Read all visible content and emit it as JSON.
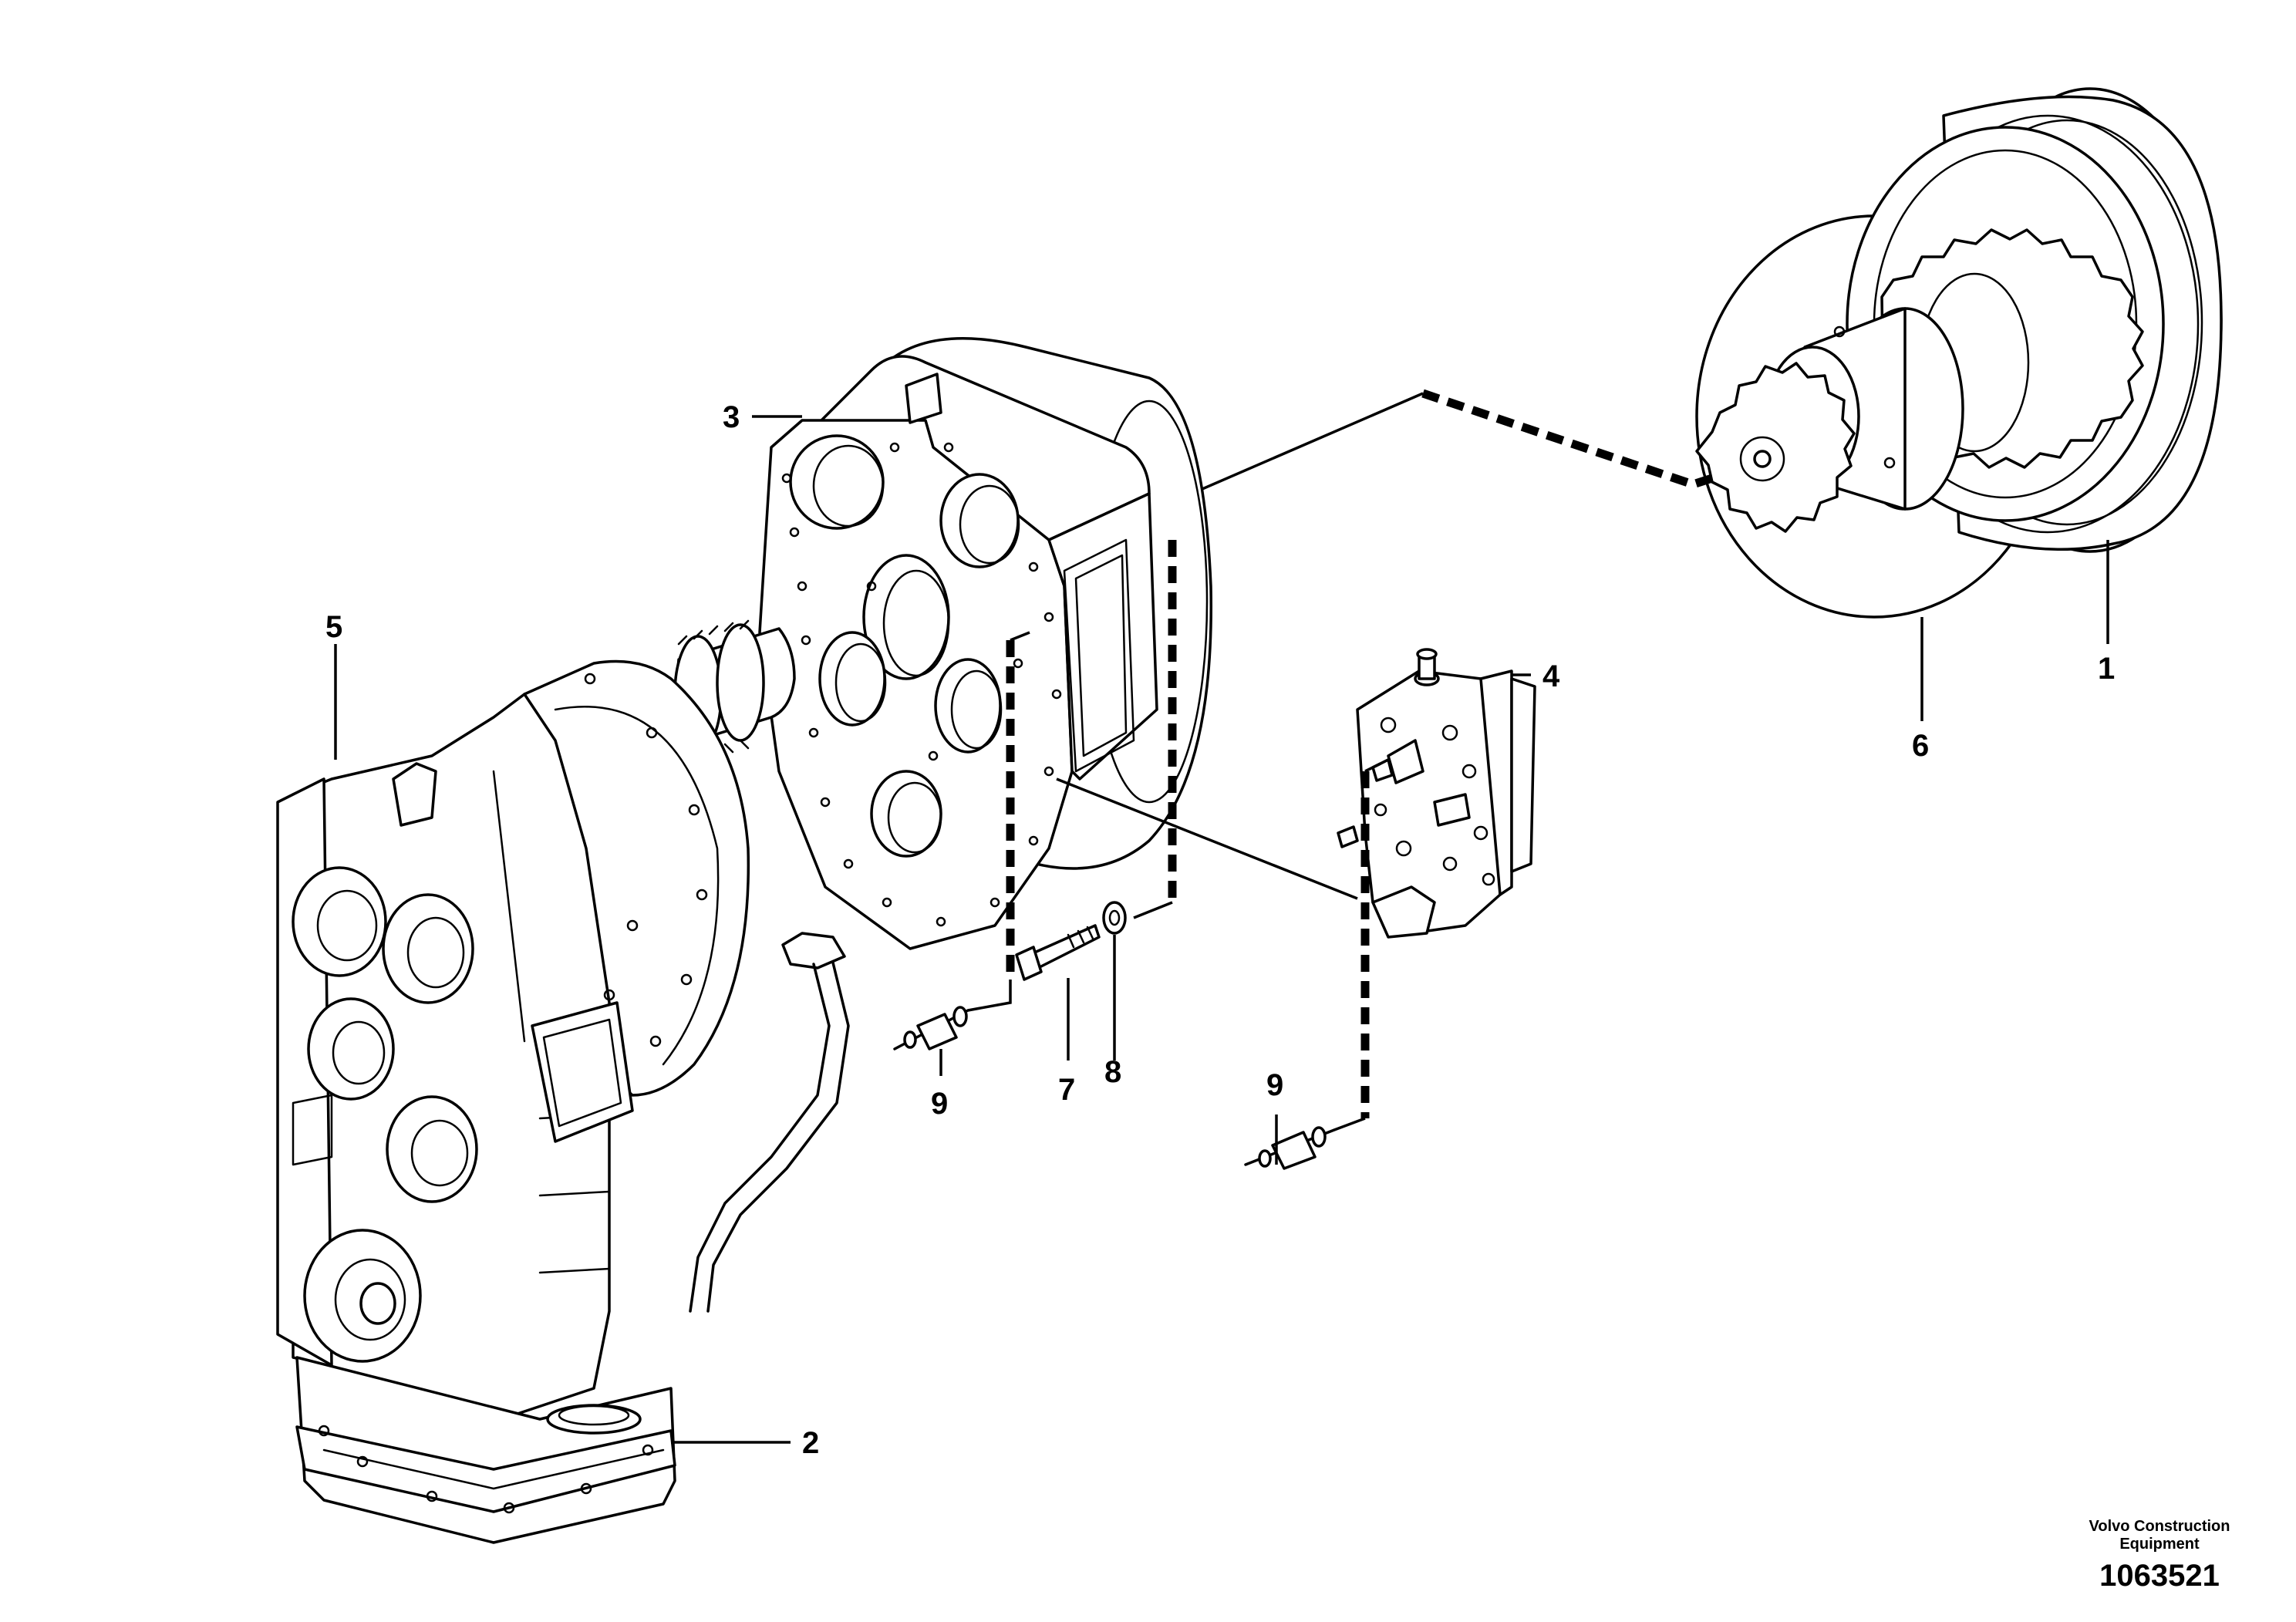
{
  "diagram": {
    "callouts": {
      "c1": "1",
      "c2": "2",
      "c3": "3",
      "c4": "4",
      "c5": "5",
      "c6": "6",
      "c7": "7",
      "c8": "8",
      "c9a": "9",
      "c9b": "9"
    },
    "footer": {
      "credit_line1": "Volvo Construction",
      "credit_line2": "Equipment",
      "doc_number": "1063521"
    }
  }
}
